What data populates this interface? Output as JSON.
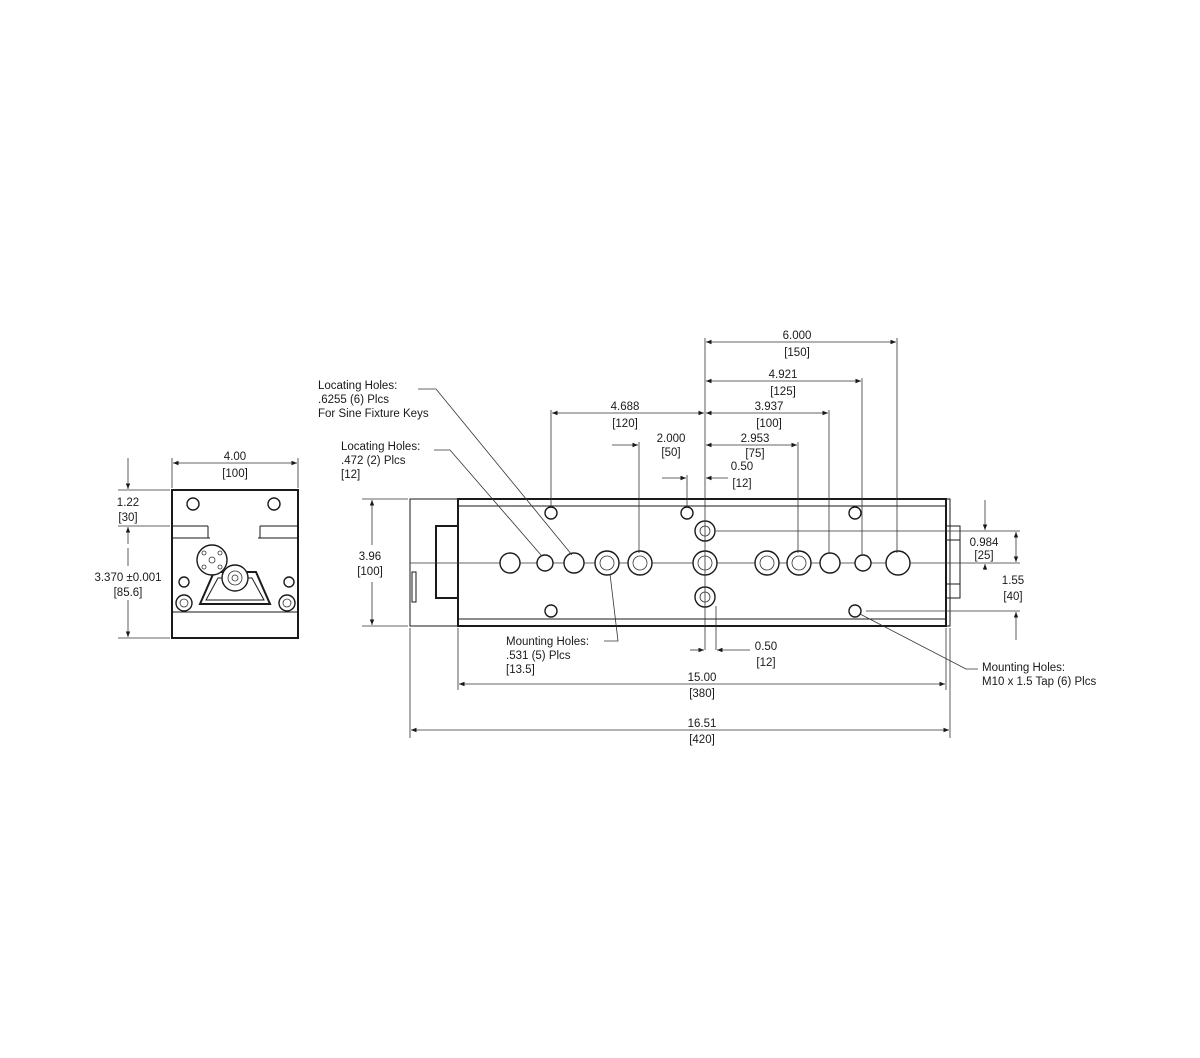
{
  "side_view": {
    "width_dim": {
      "value": "4.00",
      "metric": "[100]"
    },
    "top_dim": {
      "value": "1.22",
      "metric": "[30]"
    },
    "height_dim": {
      "value": "3.370 ±0.001",
      "metric": "[85.6]"
    }
  },
  "top_view": {
    "dims": {
      "d6000": {
        "value": "6.000",
        "metric": "[150]"
      },
      "d4921": {
        "value": "4.921",
        "metric": "[125]"
      },
      "d4688": {
        "value": "4.688",
        "metric": "[120]"
      },
      "d3937": {
        "value": "3.937",
        "metric": "[100]"
      },
      "d2953": {
        "value": "2.953",
        "metric": "[75]"
      },
      "d2000": {
        "value": "2.000",
        "metric": "[50]"
      },
      "d050top": {
        "value": "0.50",
        "metric": "[12]"
      },
      "d396": {
        "value": "3.96",
        "metric": "[100]"
      },
      "d0984": {
        "value": "0.984",
        "metric": "[25]"
      },
      "d155": {
        "value": "1.55",
        "metric": "[40]"
      },
      "d050bot": {
        "value": "0.50",
        "metric": "[12]"
      },
      "d1500": {
        "value": "15.00",
        "metric": "[380]"
      },
      "d1651": {
        "value": "16.51",
        "metric": "[420]"
      }
    },
    "callouts": {
      "locating_large": [
        ".6255 (6) Plcs",
        "For Sine Fixture Keys"
      ],
      "locating_large_title": "Locating Holes:",
      "locating_small_title": "Locating Holes:",
      "locating_small": [
        ".472 (2) Plcs",
        "[12]"
      ],
      "mounting_holes_title": "Mounting Holes:",
      "mounting_holes": [
        ".531 (5) Plcs",
        "[13.5]"
      ],
      "mounting_tap_title": "Mounting Holes:",
      "mounting_tap": "M10 x 1.5 Tap (6) Plcs"
    }
  }
}
